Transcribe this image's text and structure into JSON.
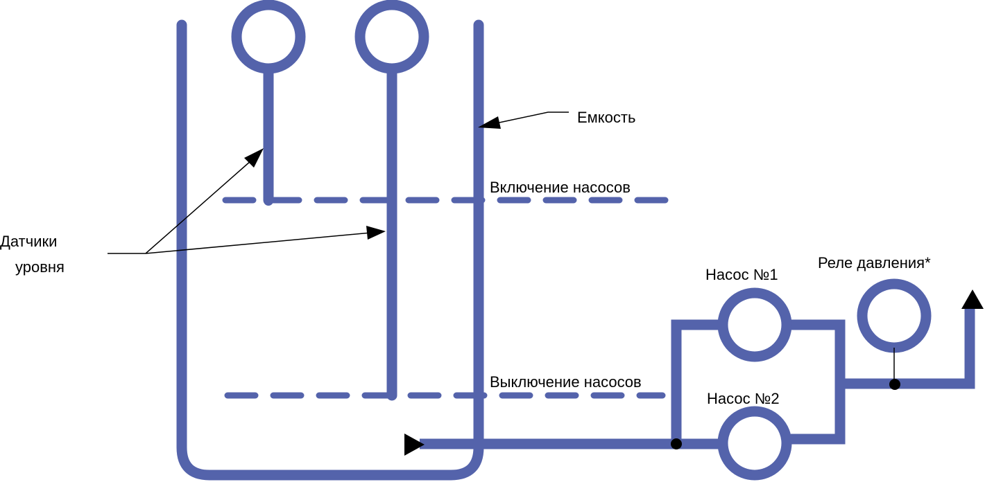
{
  "labels": {
    "tank": "Емкость",
    "pumps_on": "Включение насосов",
    "pumps_off": "Выключение насосов",
    "sensors_line1": "Датчики",
    "sensors_line2": "уровня",
    "pump1": "Насос №1",
    "pump2": "Насос №2",
    "pressure_relay": "Реле давления*"
  },
  "colors": {
    "pipe": "#5463ab",
    "annotation": "#000000"
  }
}
